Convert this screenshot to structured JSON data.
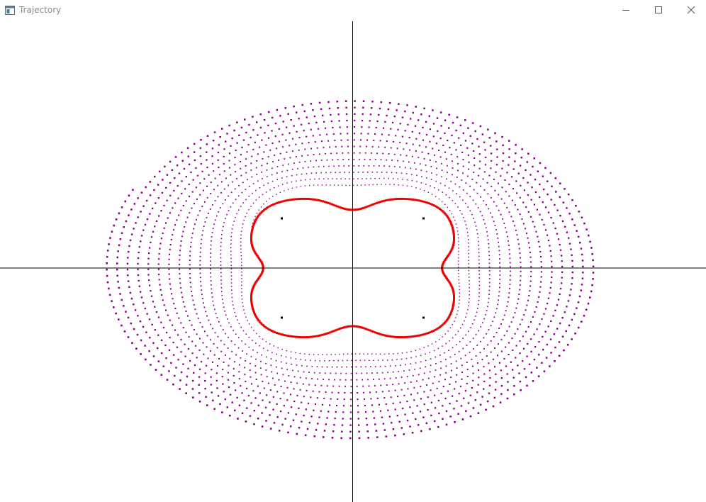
{
  "window": {
    "title": "Trajectory",
    "controls": {
      "minimize_icon": "minimize-icon",
      "maximize_icon": "maximize-icon",
      "close_icon": "close-icon"
    }
  },
  "plot": {
    "background": "#ffffff",
    "axis_color": "#000000",
    "colors": {
      "outer_trajectory": "#8b008b",
      "inner_trajectory": "#ee0000",
      "attractor_points": "#000000"
    },
    "attractor_points": [
      {
        "x": -1,
        "y": 1
      },
      {
        "x": 1,
        "y": 1
      },
      {
        "x": -1,
        "y": -1
      },
      {
        "x": 1,
        "y": -1
      }
    ]
  }
}
